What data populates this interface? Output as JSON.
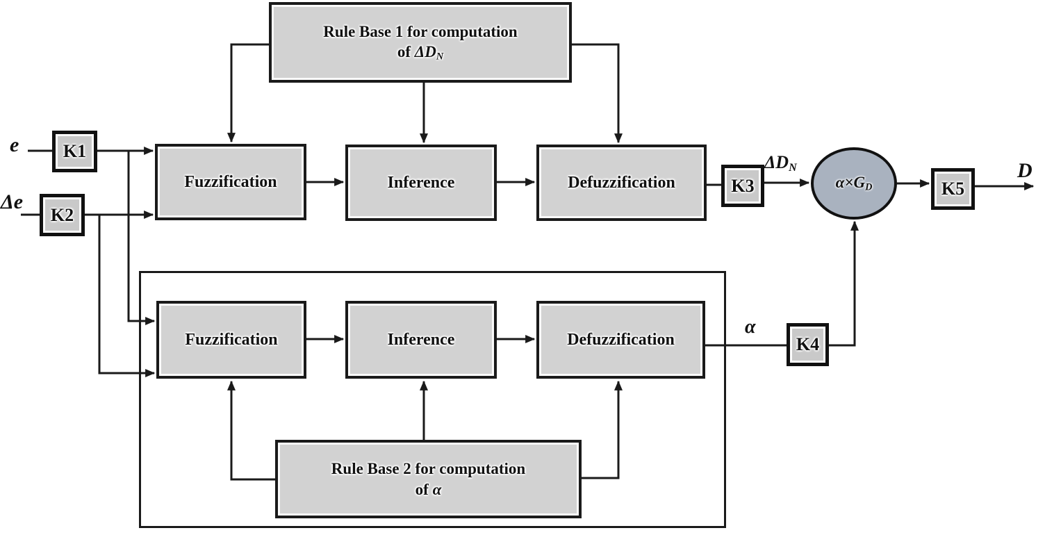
{
  "diagram": {
    "colors": {
      "block_fill": "#d2d2d2",
      "gain_fill": "#c9c9c9",
      "multiplier_fill": "#a9b2bf",
      "border": "#1a1a1a",
      "background": "#ffffff"
    },
    "rule_base_1": {
      "line1": "Rule Base 1 for computation",
      "line2_prefix": "of ",
      "line2_symbol": "ΔD",
      "line2_sub": "N"
    },
    "rule_base_2": {
      "line1": "Rule Base 2 for computation",
      "line2_prefix": "of ",
      "line2_symbol": "α"
    },
    "top_row": {
      "fuzzification": "Fuzzification",
      "inference": "Inference",
      "defuzzification": "Defuzzification"
    },
    "bottom_row": {
      "fuzzification": "Fuzzification",
      "inference": "Inference",
      "defuzzification": "Defuzzification"
    },
    "gains": {
      "k1": "K1",
      "k2": "K2",
      "k3": "K3",
      "k4": "K4",
      "k5": "K5"
    },
    "signals": {
      "input_error": "e",
      "input_delta_error": "Δe",
      "delta_dn_main": "ΔD",
      "delta_dn_sub": "N",
      "alpha": "α",
      "output": "D"
    },
    "multiplier": {
      "main": "α×G",
      "sub": "D"
    }
  }
}
